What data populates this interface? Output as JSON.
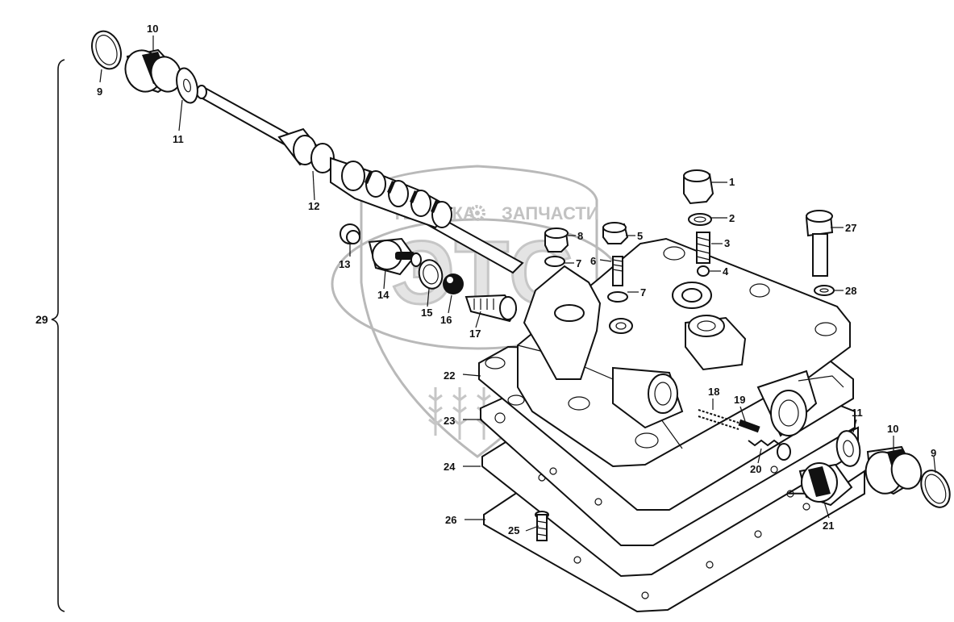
{
  "watermark": {
    "text_left": "ТЕХНИКА",
    "text_right": "ЗАПЧАСТИ",
    "logo_letters": "ЭТС",
    "gear_icon": "gear-icon"
  },
  "assembly_label": "29",
  "callouts": [
    "1",
    "2",
    "3",
    "4",
    "5",
    "6",
    "7",
    "7",
    "8",
    "9",
    "9",
    "10",
    "10",
    "11",
    "11",
    "12",
    "13",
    "14",
    "15",
    "16",
    "17",
    "18",
    "19",
    "20",
    "21",
    "22",
    "23",
    "24",
    "25",
    "26",
    "27",
    "28"
  ],
  "colors": {
    "line": "#111111",
    "watermark": "#b9b9b9",
    "background": "#ffffff"
  }
}
